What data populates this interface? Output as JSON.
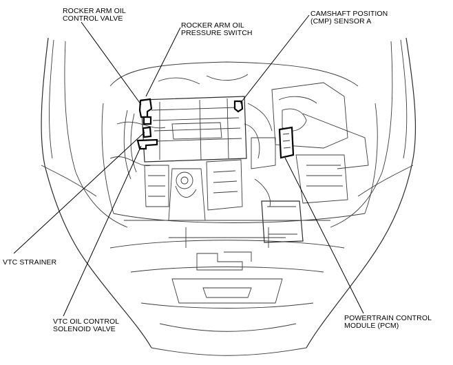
{
  "labels": {
    "rocker_arm_oil_control_valve": "ROCKER ARM OIL\nCONTROL VALVE",
    "rocker_arm_oil_pressure_switch": "ROCKER ARM OIL\nPRESSURE SWITCH",
    "cmp_sensor": "CAMSHAFT POSITION\n(CMP) SENSOR A",
    "vtc_strainer": "VTC STRAINER",
    "vtc_oil_control_solenoid_valve": "VTC OIL CONTROL\nSOLENOID VALVE",
    "pcm": "POWERTRAIN CONTROL\nMODULE (PCM)"
  },
  "colors": {
    "line": "#2a2a2a",
    "background": "#ffffff"
  }
}
